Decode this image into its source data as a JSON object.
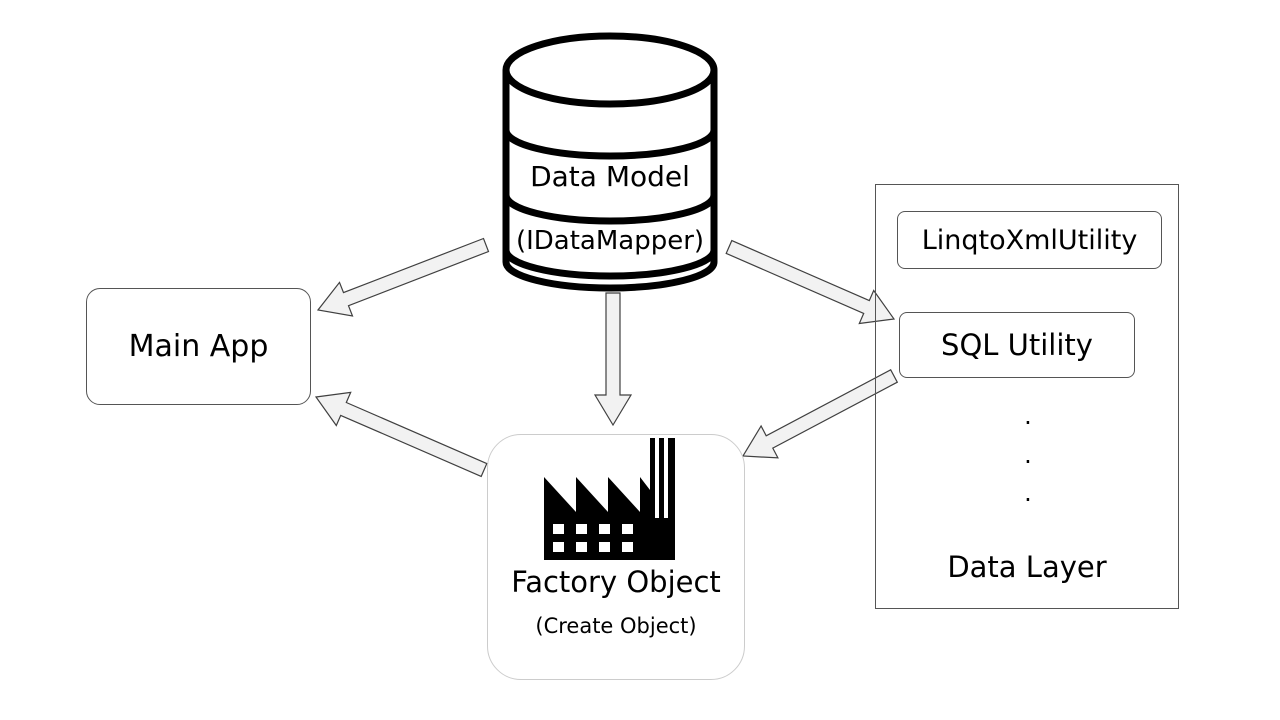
{
  "database": {
    "title": "Data Model",
    "subtitle": "(IDataMapper)",
    "icon": "database-cylinder-icon"
  },
  "main_app": {
    "label": "Main App"
  },
  "factory": {
    "label": "Factory Object",
    "sublabel": "(Create Object)",
    "icon": "factory-icon"
  },
  "data_layer": {
    "label": "Data Layer",
    "items": [
      "LinqtoXmlUtility",
      "SQL Utility"
    ],
    "ellipsis": [
      ".",
      ".",
      "."
    ]
  },
  "colors": {
    "arrow_fill": "#f2f2f2",
    "arrow_stroke": "#404040",
    "outline": "#000000"
  },
  "connections": [
    {
      "from": "Data Model",
      "to": "Main App"
    },
    {
      "from": "Data Model",
      "to": "Factory Object"
    },
    {
      "from": "Data Model",
      "to": "SQL Utility"
    },
    {
      "from": "SQL Utility",
      "to": "Factory Object"
    },
    {
      "from": "Factory Object",
      "to": "Main App"
    }
  ]
}
